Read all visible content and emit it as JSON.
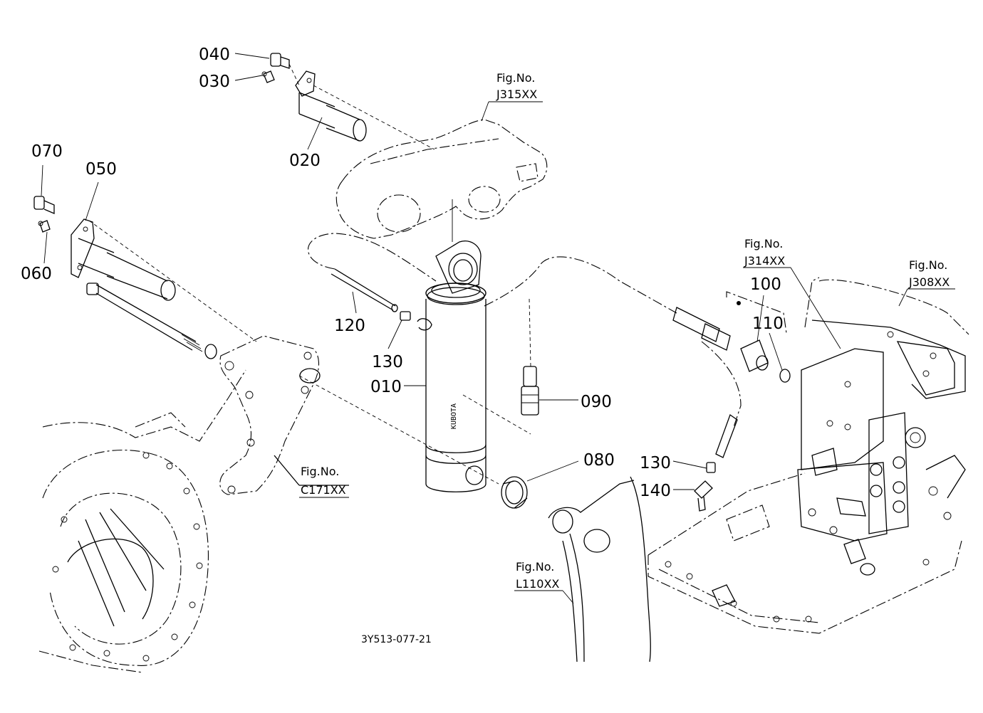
{
  "part_numbers": [
    "040",
    "030",
    "020",
    "070",
    "050",
    "060",
    "120",
    "130",
    "010",
    "090",
    "080",
    "130",
    "140",
    "100",
    "110"
  ],
  "figure_refs": [
    {
      "prefix": "Fig.No.",
      "code": "J315XX"
    },
    {
      "prefix": "Fig.No.",
      "code": "J314XX"
    },
    {
      "prefix": "Fig.No.",
      "code": "J308XX"
    },
    {
      "prefix": "Fig.No.",
      "code": "C171XX"
    },
    {
      "prefix": "Fig.No.",
      "code": "L110XX"
    }
  ],
  "drawing_code": "3Y513-077-21"
}
